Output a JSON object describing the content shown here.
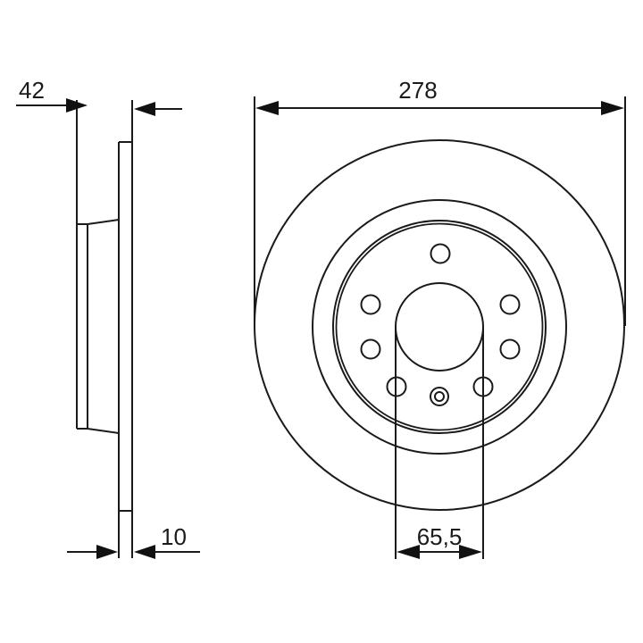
{
  "drawing": {
    "title": "Brake disc dimension drawing",
    "colors": {
      "line": "#1a1a1a",
      "background": "#ffffff"
    },
    "side_view": {
      "dimensions": {
        "hub_height": {
          "label": "42"
        },
        "disc_thickness": {
          "label": "10"
        }
      }
    },
    "front_view": {
      "dimensions": {
        "outer_diameter": {
          "label": "278"
        },
        "centering_diameter": {
          "label": "65,5"
        }
      },
      "bolt_holes_count": 7,
      "features": [
        "outer-rim",
        "friction-ring-inner-edge",
        "hat-edge-double-ring",
        "center-bore",
        "bolt-holes",
        "locating-hole"
      ]
    }
  }
}
